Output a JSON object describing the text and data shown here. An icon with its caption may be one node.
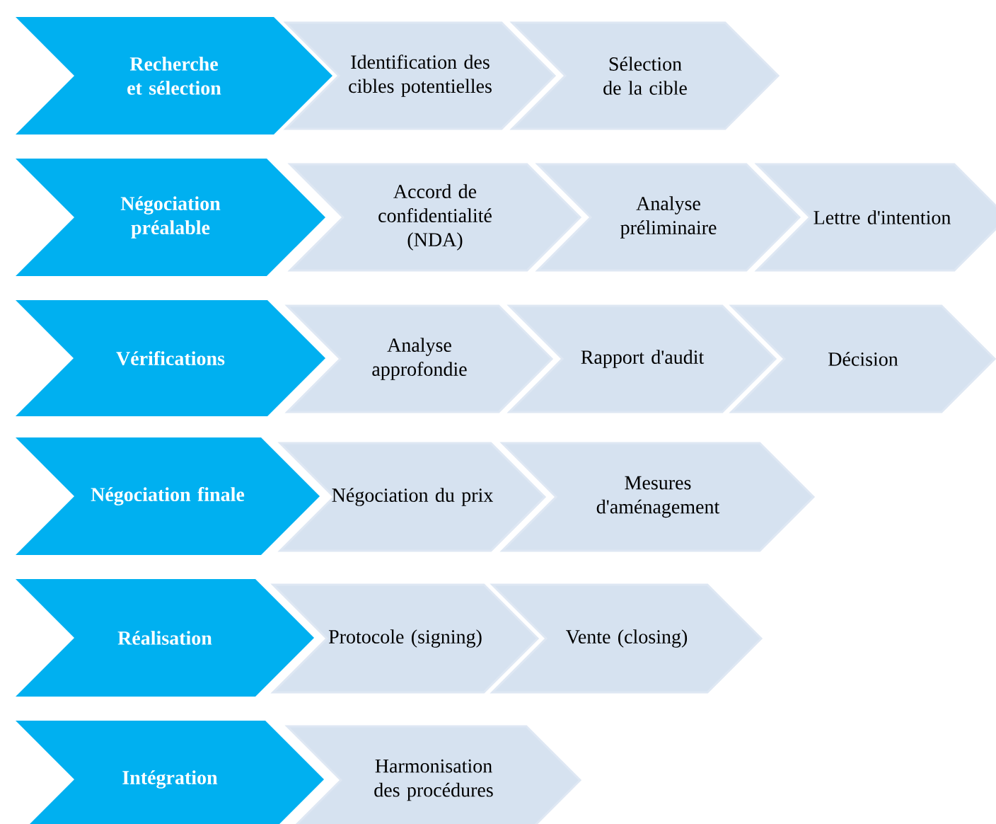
{
  "diagram": {
    "nodes": [
      {
        "text": [
          "Recherche et sélection"
        ]
      },
      {
        "text": [
          "Identification des cibles potentielles"
        ]
      },
      {
        "text": [
          "Sélection de la cible"
        ]
      },
      {
        "text": [
          "Négociation préalable"
        ]
      },
      {
        "text": [
          "Accord de confidentialité (NDA)"
        ]
      },
      {
        "text": [
          "Analyse préliminaire"
        ]
      },
      {
        "text": [
          "Lettre d'intention"
        ]
      },
      {
        "text": [
          "Vérifications"
        ]
      },
      {
        "text": [
          "Analyse approfondie"
        ]
      },
      {
        "text": [
          "Rapport d'audit"
        ]
      },
      {
        "text": [
          "Décision"
        ]
      },
      {
        "text": [
          "Négociation finale"
        ]
      },
      {
        "text": [
          "Négociation du prix"
        ]
      },
      {
        "text": [
          "Mesures d'aménagement"
        ]
      },
      {
        "text": [
          "Réalisation"
        ]
      },
      {
        "text": [
          "Protocole (signing)"
        ]
      },
      {
        "text": [
          "Vente (closing)"
        ]
      },
      {
        "text": [
          "Intégration"
        ]
      },
      {
        "text": [
          "Harmonisation des procédures"
        ]
      }
    ]
  }
}
